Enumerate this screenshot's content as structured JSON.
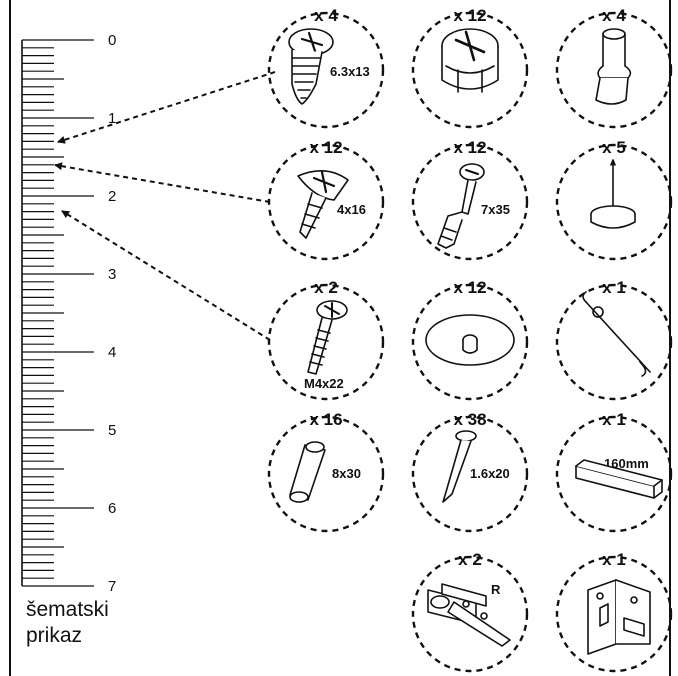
{
  "ruler": {
    "labels": [
      "0",
      "1",
      "2",
      "3",
      "4",
      "5",
      "6",
      "7"
    ],
    "caption_line1": "šematski",
    "caption_line2": "prikaz"
  },
  "parts": [
    {
      "qty": "x 4",
      "size": "6.3x13",
      "icon": "chipboard-screw-icon"
    },
    {
      "qty": "x 12",
      "size": "",
      "icon": "cam-lock-icon"
    },
    {
      "qty": "x 4",
      "size": "",
      "icon": "shelf-support-pin-icon"
    },
    {
      "qty": "x 12",
      "size": "4x16",
      "icon": "wood-screw-icon"
    },
    {
      "qty": "x 12",
      "size": "7x35",
      "icon": "cam-bolt-icon"
    },
    {
      "qty": "x 5",
      "size": "",
      "icon": "nail-glide-icon"
    },
    {
      "qty": "x 2",
      "size": "M4x22",
      "icon": "machine-screw-icon"
    },
    {
      "qty": "x 12",
      "size": "",
      "icon": "cover-cap-icon"
    },
    {
      "qty": "x 1",
      "size": "",
      "icon": "wire-hook-icon"
    },
    {
      "qty": "x 16",
      "size": "8x30",
      "icon": "wooden-dowel-icon"
    },
    {
      "qty": "x 38",
      "size": "1.6x20",
      "icon": "nail-icon"
    },
    {
      "qty": "x 1",
      "size": "160mm",
      "icon": "handle-profile-icon"
    },
    {
      "qty": "x 2",
      "size": "R",
      "icon": "hinge-icon"
    },
    {
      "qty": "x 1",
      "size": "",
      "icon": "corner-bracket-icon"
    }
  ]
}
